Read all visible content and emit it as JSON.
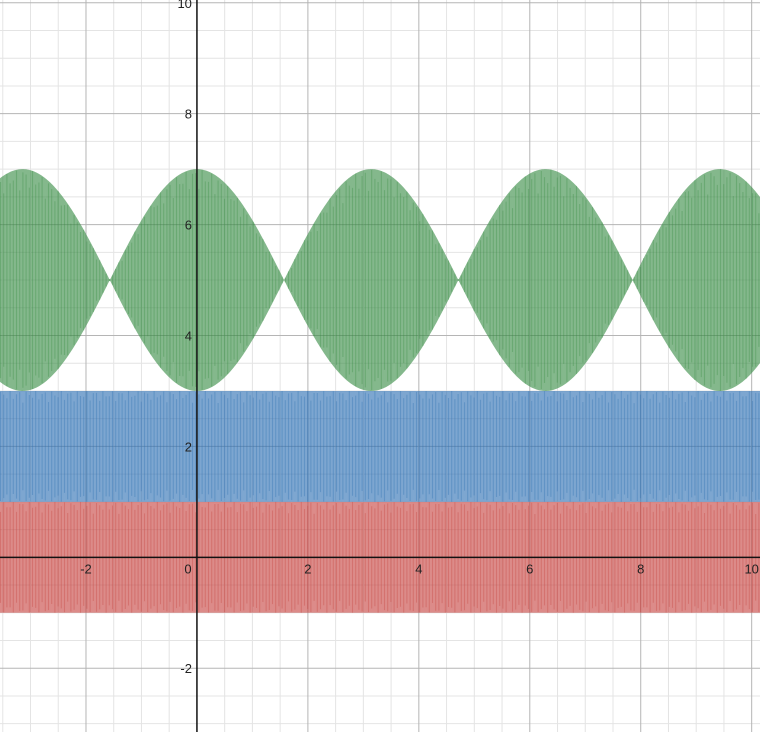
{
  "chart_data": {
    "type": "area",
    "xlim": [
      -3.55,
      10.15
    ],
    "ylim": [
      -3.15,
      10.05
    ],
    "grid": true,
    "minor_grid": true,
    "x_ticks": [
      -2,
      0,
      2,
      4,
      6,
      8,
      10
    ],
    "y_ticks": [
      -2,
      2,
      4,
      6,
      8,
      10
    ],
    "x_tick_labels": [
      "-2",
      "0",
      "2",
      "4",
      "6",
      "8",
      "10"
    ],
    "y_tick_labels": [
      "-2",
      "2",
      "4",
      "6",
      "8",
      "10"
    ],
    "series": [
      {
        "color": "#c74440",
        "center": 0,
        "amplitude": 1,
        "envelope": "constant"
      },
      {
        "color": "#2d70b3",
        "center": 2,
        "amplitude": 1,
        "envelope": "constant"
      },
      {
        "color": "#388c46",
        "center": 5,
        "amplitude": 2,
        "envelope": "abs_cos_x"
      }
    ]
  }
}
